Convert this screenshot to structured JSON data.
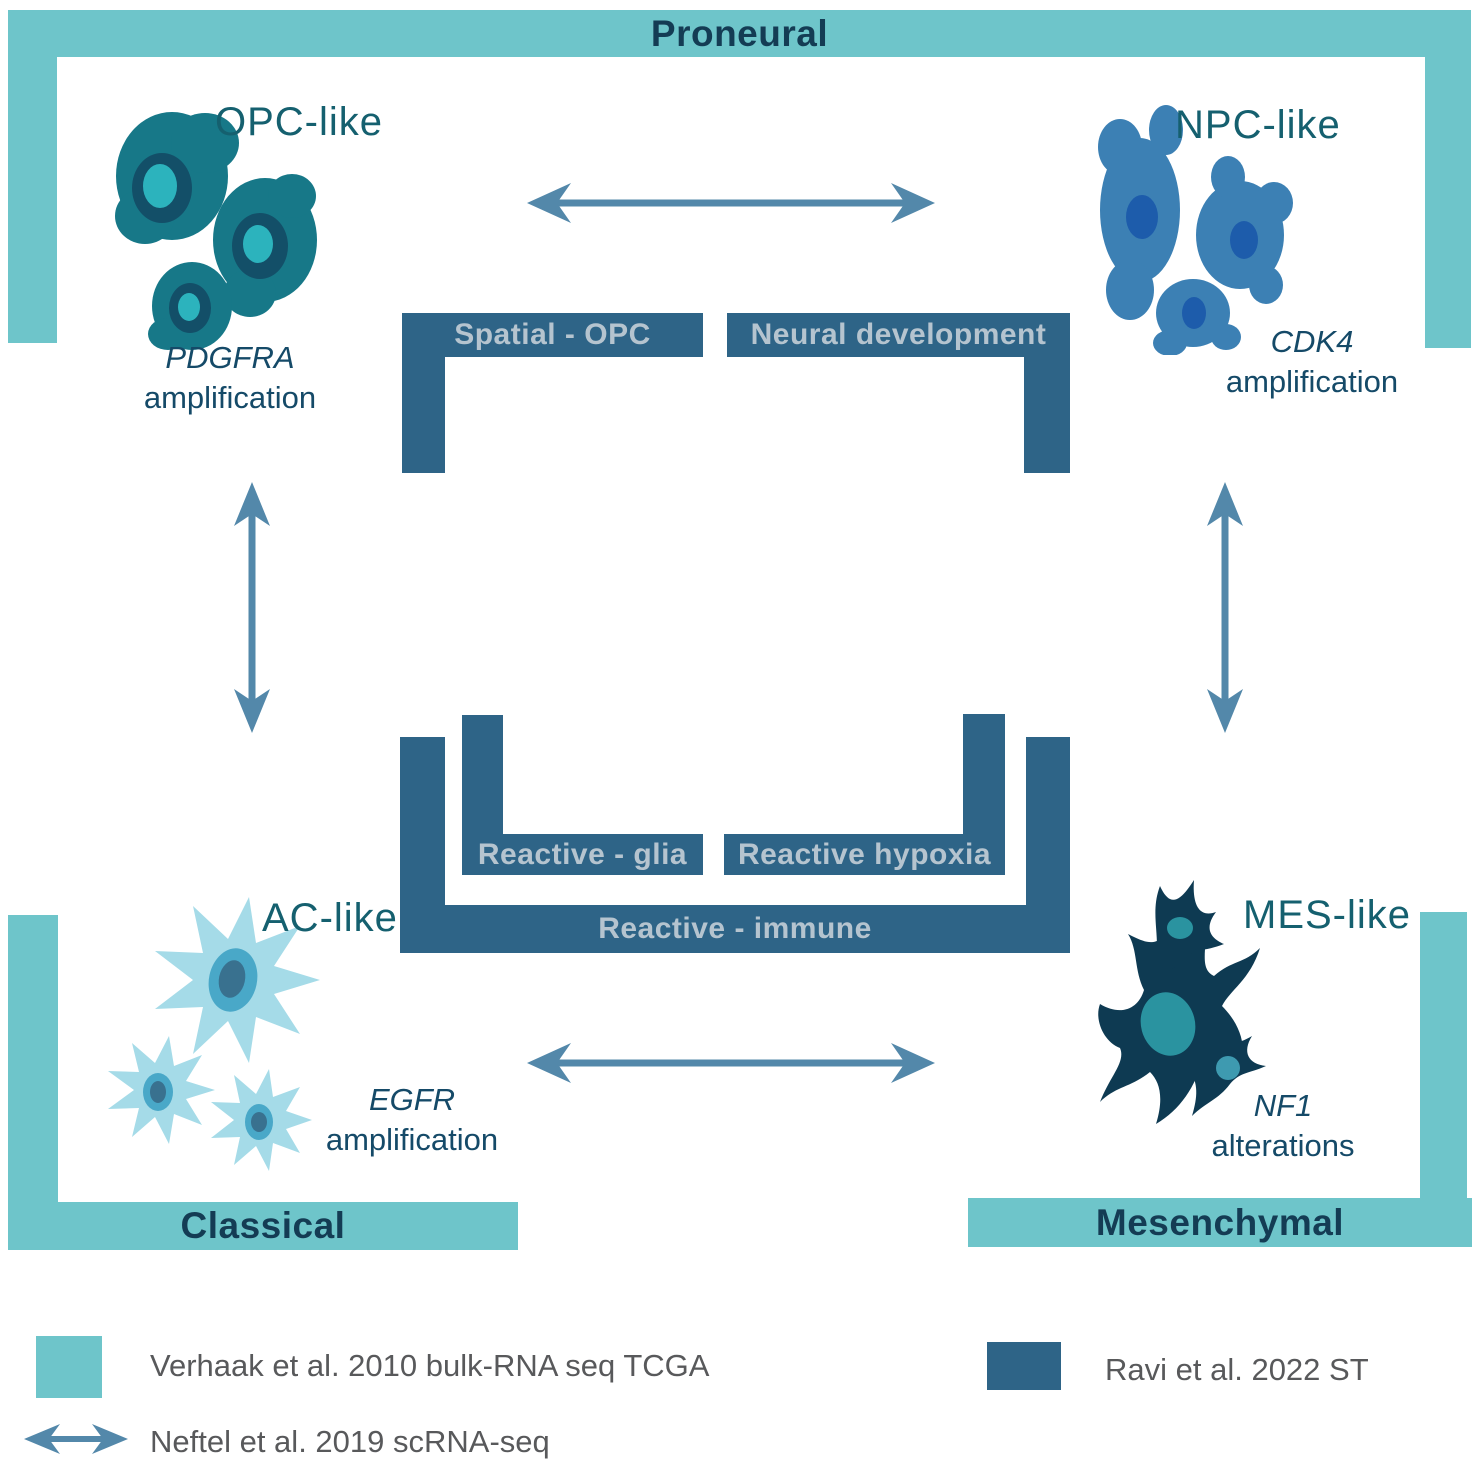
{
  "palette": {
    "teal": "#6ec5ca",
    "dark_blue": "#2e6487",
    "arrow_blue": "#5388aa",
    "navy_text": "#143c54",
    "cell_label_teal": "#15606f",
    "box_label_gray": "#b5c4cf",
    "legend_text_gray": "#58595b",
    "opc_cell_body": "#177888",
    "opc_nucleus_ring": "#134f68",
    "opc_nucleus_core": "#2cb3bd",
    "npc_cell_body": "#3c80b4",
    "npc_nucleus": "#1d5cab",
    "ac_cell_body": "#a5dbe8",
    "ac_nucleus_ring": "#49a8c8",
    "ac_nucleus_core": "#39718f",
    "mes_cell_body": "#0e3a52",
    "mes_nucleus": "#2a93a0"
  },
  "frames": {
    "proneural": {
      "label": "Proneural"
    },
    "classical": {
      "label": "Classical"
    },
    "mesenchymal": {
      "label": "Mesenchymal"
    }
  },
  "cell_states": {
    "opc": {
      "label": "OPC-like",
      "gene": "PDGFRA",
      "alteration": "amplification"
    },
    "npc": {
      "label": "NPC-like",
      "gene": "CDK4",
      "alteration": "amplification"
    },
    "ac": {
      "label": "AC-like",
      "gene": "EGFR",
      "alteration": "amplification"
    },
    "mes": {
      "label": "MES-like",
      "gene": "NF1",
      "alteration": "alterations"
    }
  },
  "spatial_regions": {
    "spatial_opc": {
      "label": "Spatial - OPC"
    },
    "neural_development": {
      "label": "Neural development"
    },
    "reactive_glia": {
      "label": "Reactive - glia"
    },
    "reactive_hypoxia": {
      "label": "Reactive hypoxia"
    },
    "reactive_immune": {
      "label": "Reactive - immune"
    }
  },
  "legend": {
    "verhaak": {
      "label": "Verhaak et al. 2010 bulk-RNA seq TCGA",
      "swatch": "teal-square"
    },
    "ravi": {
      "label": "Ravi et al. 2022 ST",
      "swatch": "dark-blue-square"
    },
    "neftel": {
      "label": "Neftel et al. 2019 scRNA-seq",
      "swatch": "double-arrow"
    }
  }
}
